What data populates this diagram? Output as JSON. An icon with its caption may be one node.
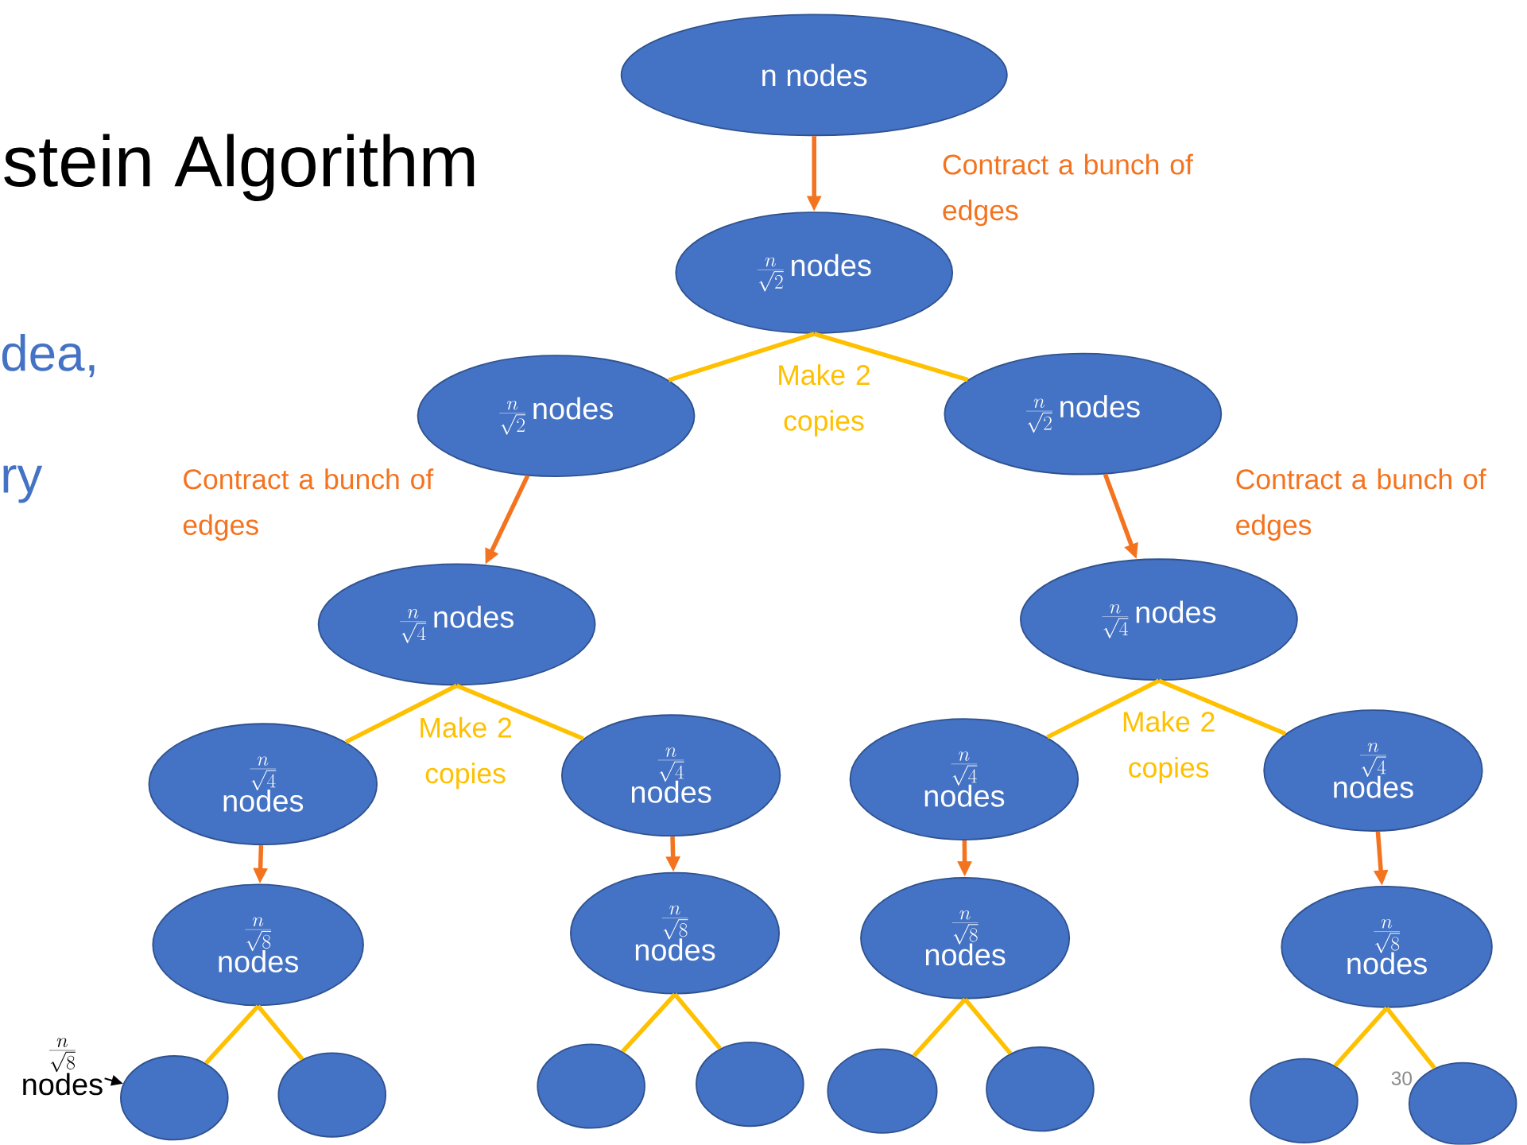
{
  "diagram": {
    "title": "stein Algorithm",
    "nodes": [
      {
        "text": [
          "n nodes"
        ]
      },
      {
        "text": [
          "\\frac{n}{\\sqrt{2}}",
          "nodes"
        ]
      },
      {
        "text": [
          "\\frac{n}{\\sqrt{2}}",
          "nodes"
        ]
      },
      {
        "text": [
          "\\frac{n}{\\sqrt{2}}",
          "nodes"
        ]
      },
      {
        "text": [
          "\\frac{n}{\\sqrt{4}}",
          "nodes"
        ]
      },
      {
        "text": [
          "\\frac{n}{\\sqrt{4}}",
          "nodes"
        ]
      },
      {
        "text": [
          "\\frac{n}{\\sqrt{4}}",
          "nodes"
        ]
      },
      {
        "text": [
          "\\frac{n}{\\sqrt{4}}",
          "nodes"
        ]
      },
      {
        "text": [
          "\\frac{n}{\\sqrt{4}}",
          "nodes"
        ]
      },
      {
        "text": [
          "\\frac{n}{\\sqrt{4}}",
          "nodes"
        ]
      },
      {
        "text": [
          "\\frac{n}{\\sqrt{8}}",
          "nodes"
        ]
      },
      {
        "text": [
          "\\frac{n}{\\sqrt{8}}",
          "nodes"
        ]
      },
      {
        "text": [
          "\\frac{n}{\\sqrt{8}}",
          "nodes"
        ]
      },
      {
        "text": [
          "\\frac{n}{\\sqrt{8}}",
          "nodes"
        ]
      },
      {
        "text": [],
        "shape": "circle"
      },
      {
        "text": [],
        "shape": "circle"
      },
      {
        "text": [],
        "shape": "circle"
      },
      {
        "text": [],
        "shape": "circle"
      },
      {
        "text": [],
        "shape": "circle"
      },
      {
        "text": [],
        "shape": "circle"
      },
      {
        "text": [],
        "shape": "circle"
      },
      {
        "text": [],
        "shape": "circle"
      },
      {
        "text": [
          "\\frac{n}{\\sqrt{8}}",
          "nodes"
        ]
      }
    ],
    "edges": [
      {
        "from": 0,
        "to": 1,
        "arrow": "to",
        "color": "#f4731f",
        "label": "Contract a bunch of edges"
      },
      {
        "from": 1,
        "to": 2,
        "arrow": "none",
        "label": "Make 2 copies"
      },
      {
        "from": 1,
        "to": 3,
        "arrow": "none"
      },
      {
        "from": 2,
        "to": 4,
        "arrow": "to",
        "color": "#f4731f",
        "label": "Contract a bunch of edges"
      },
      {
        "from": 3,
        "to": 5,
        "arrow": "to",
        "color": "#f4731f",
        "label": "Contract a bunch of edges"
      },
      {
        "from": 4,
        "to": 6,
        "arrow": "none",
        "label": "Make 2 copies"
      },
      {
        "from": 4,
        "to": 7,
        "arrow": "none"
      },
      {
        "from": 5,
        "to": 8,
        "arrow": "none",
        "label": "Make 2 copies"
      },
      {
        "from": 5,
        "to": 9,
        "arrow": "none"
      },
      {
        "from": 6,
        "to": 10,
        "arrow": "to",
        "color": "#f4731f"
      },
      {
        "from": 7,
        "to": 11,
        "arrow": "to",
        "color": "#f4731f"
      },
      {
        "from": 8,
        "to": 12,
        "arrow": "to",
        "color": "#f4731f"
      },
      {
        "from": 9,
        "to": 13,
        "arrow": "to",
        "color": "#f4731f"
      },
      {
        "from": 10,
        "to": 14,
        "arrow": "none"
      },
      {
        "from": 10,
        "to": 15,
        "arrow": "none"
      },
      {
        "from": 11,
        "to": 16,
        "arrow": "none"
      },
      {
        "from": 11,
        "to": 17,
        "arrow": "none"
      },
      {
        "from": 12,
        "to": 18,
        "arrow": "none"
      },
      {
        "from": 12,
        "to": 19,
        "arrow": "none"
      },
      {
        "from": 13,
        "to": 20,
        "arrow": "none"
      },
      {
        "from": 13,
        "to": 21,
        "arrow": "none"
      },
      {
        "from": 22,
        "to": 14,
        "arrow": "to",
        "color": "#000000"
      }
    ],
    "labels": [
      "dea,",
      "ry",
      "30"
    ]
  }
}
